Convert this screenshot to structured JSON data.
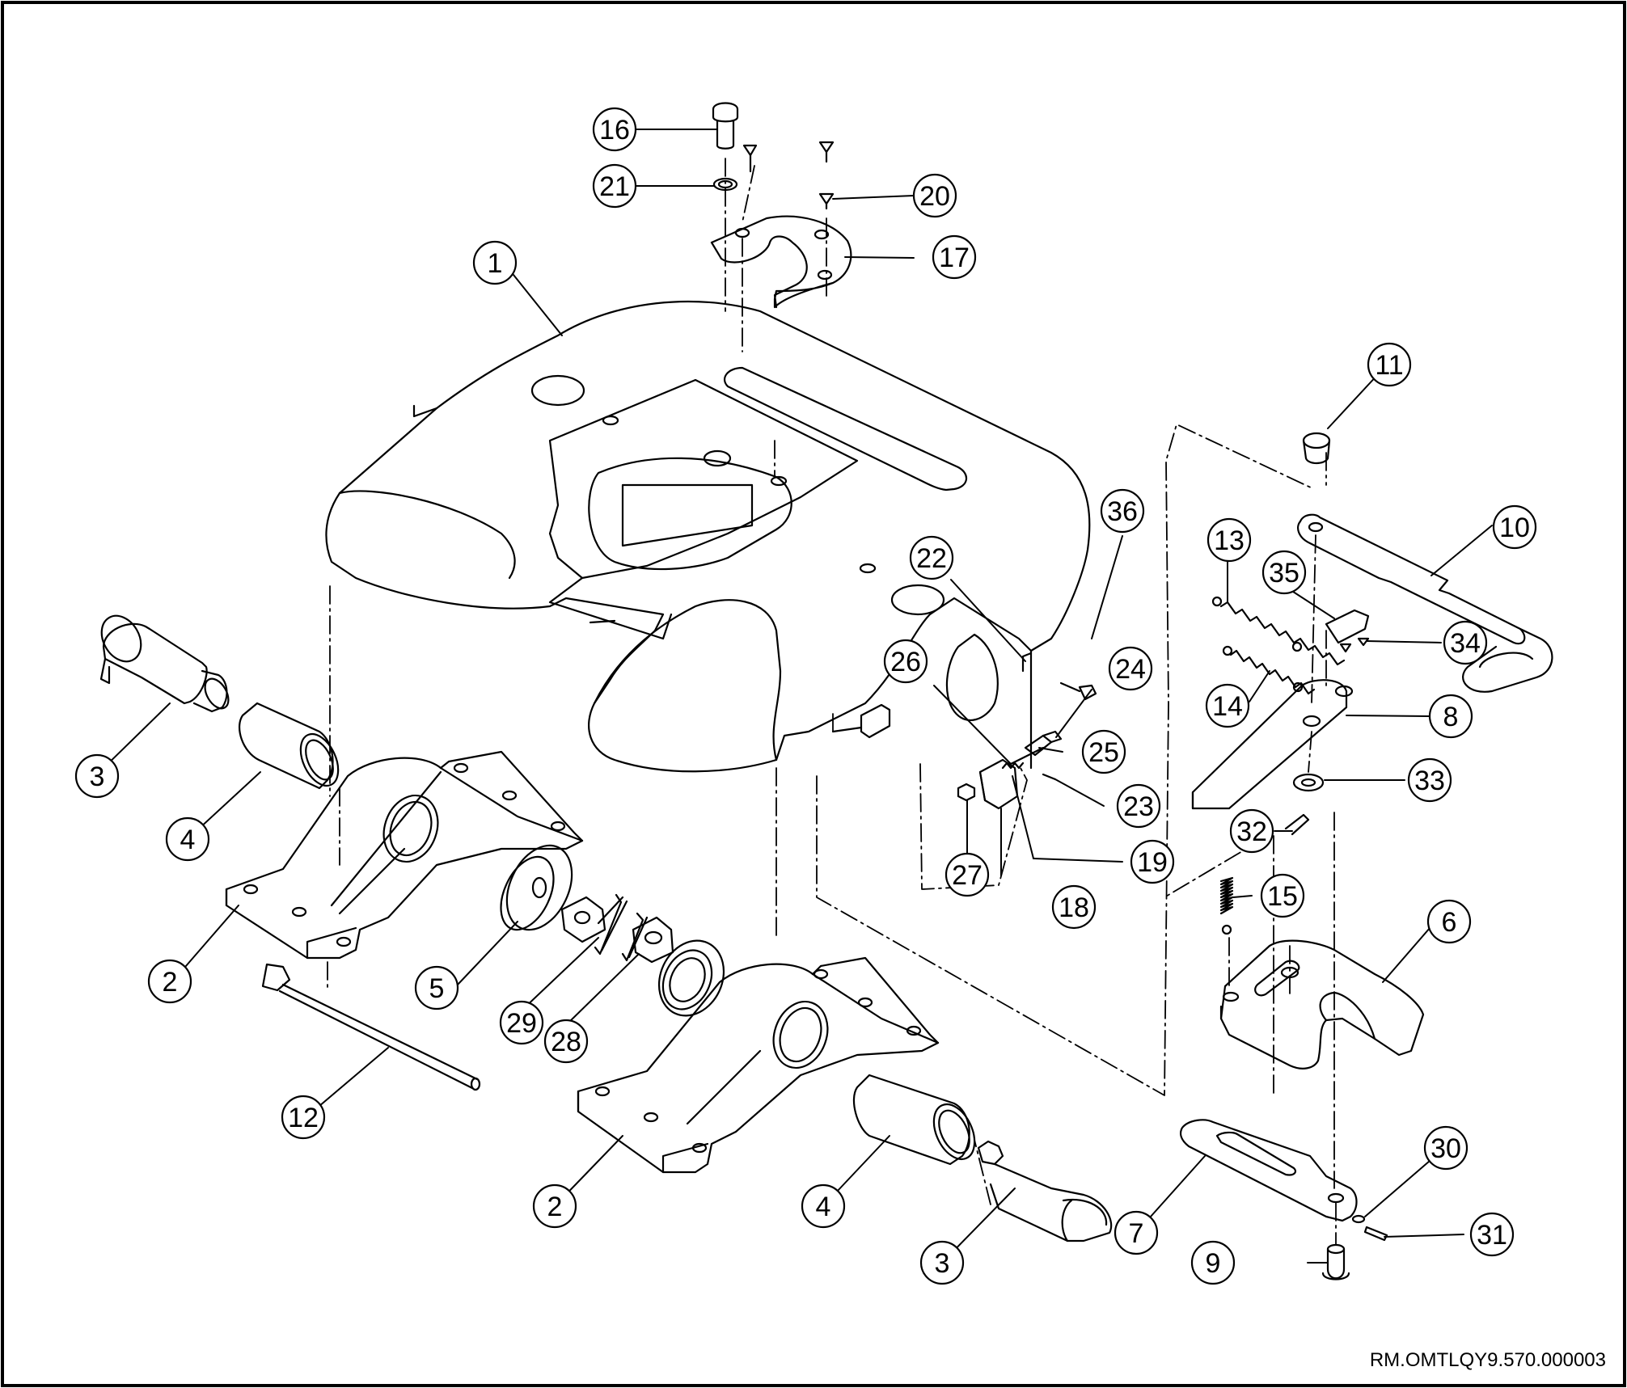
{
  "reference_code": "RM.OMTLQY9.570.000003",
  "colors": {
    "line": "#000000",
    "background": "#ffffff"
  },
  "callouts": [
    {
      "id": "c1",
      "label": "1"
    },
    {
      "id": "c2a",
      "label": "2"
    },
    {
      "id": "c2b",
      "label": "2"
    },
    {
      "id": "c3a",
      "label": "3"
    },
    {
      "id": "c3b",
      "label": "3"
    },
    {
      "id": "c4a",
      "label": "4"
    },
    {
      "id": "c4b",
      "label": "4"
    },
    {
      "id": "c5",
      "label": "5"
    },
    {
      "id": "c6",
      "label": "6"
    },
    {
      "id": "c7",
      "label": "7"
    },
    {
      "id": "c8",
      "label": "8"
    },
    {
      "id": "c9",
      "label": "9"
    },
    {
      "id": "c10",
      "label": "10"
    },
    {
      "id": "c11",
      "label": "11"
    },
    {
      "id": "c12",
      "label": "12"
    },
    {
      "id": "c13",
      "label": "13"
    },
    {
      "id": "c14",
      "label": "14"
    },
    {
      "id": "c15",
      "label": "15"
    },
    {
      "id": "c16",
      "label": "16"
    },
    {
      "id": "c17",
      "label": "17"
    },
    {
      "id": "c18",
      "label": "18"
    },
    {
      "id": "c19",
      "label": "19"
    },
    {
      "id": "c20",
      "label": "20"
    },
    {
      "id": "c21",
      "label": "21"
    },
    {
      "id": "c22",
      "label": "22"
    },
    {
      "id": "c23",
      "label": "23"
    },
    {
      "id": "c24",
      "label": "24"
    },
    {
      "id": "c25",
      "label": "25"
    },
    {
      "id": "c26",
      "label": "26"
    },
    {
      "id": "c27",
      "label": "27"
    },
    {
      "id": "c28",
      "label": "28"
    },
    {
      "id": "c29",
      "label": "29"
    },
    {
      "id": "c30",
      "label": "30"
    },
    {
      "id": "c31",
      "label": "31"
    },
    {
      "id": "c32",
      "label": "32"
    },
    {
      "id": "c33",
      "label": "33"
    },
    {
      "id": "c34",
      "label": "34"
    },
    {
      "id": "c35",
      "label": "35"
    },
    {
      "id": "c36",
      "label": "36"
    }
  ]
}
